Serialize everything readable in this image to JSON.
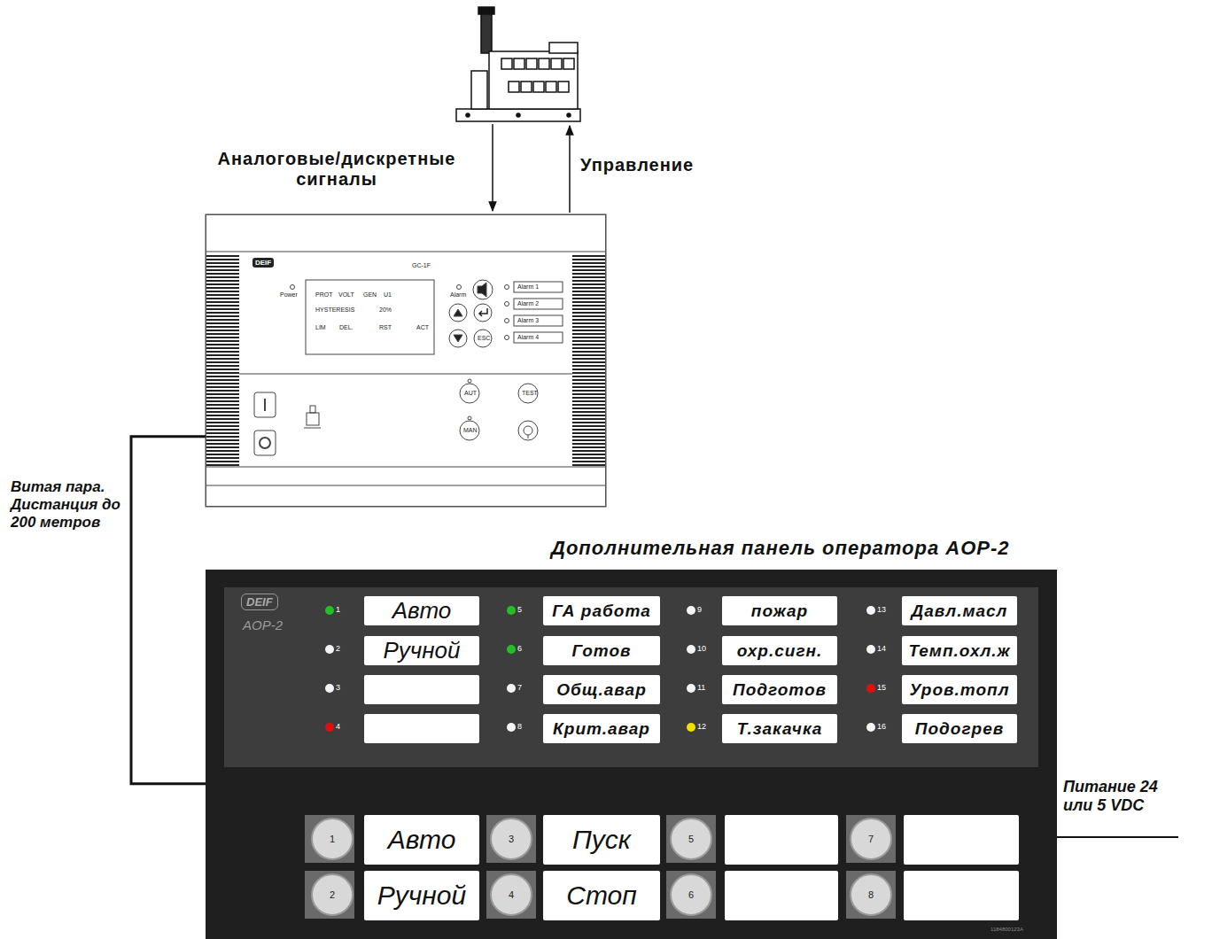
{
  "diagram": {
    "nodes": [
      {
        "text": [
          "DEIF",
          "GC-1F"
        ]
      },
      {
        "text": [
          "Дополнительная панель оператора AOP-2",
          "DEIF",
          "AOP-2"
        ]
      },
      {
        "text": [
          "Авто"
        ],
        "in": 1
      },
      {
        "text": [
          "ГА работа"
        ],
        "in": 1
      },
      {
        "text": [
          "пожар"
        ],
        "in": 1
      },
      {
        "text": [
          "Давл.масл"
        ],
        "in": 1
      },
      {
        "text": [
          "Ручной"
        ],
        "in": 1
      },
      {
        "text": [
          "Готов"
        ],
        "in": 1
      },
      {
        "text": [
          "охр.сигн."
        ],
        "in": 1
      },
      {
        "text": [
          "Темп.охл.ж"
        ],
        "in": 1
      },
      {
        "text": [
          "Общ.авар"
        ],
        "in": 1
      },
      {
        "text": [
          "Подготов"
        ],
        "in": 1
      },
      {
        "text": [
          "Уров.топл"
        ],
        "in": 1
      },
      {
        "text": [
          "Крит.авар"
        ],
        "in": 1
      },
      {
        "text": [
          "Т.закачка"
        ],
        "in": 1
      },
      {
        "text": [
          "Подогрев"
        ],
        "in": 1
      },
      {
        "text": [
          "1"
        ],
        "in": 1
      },
      {
        "text": [
          "Авто"
        ],
        "in": 1
      },
      {
        "text": [
          "3"
        ],
        "in": 1
      },
      {
        "text": [
          "Пуск"
        ],
        "in": 1
      },
      {
        "text": [
          "5"
        ],
        "in": 1
      },
      {
        "text": [
          "7"
        ],
        "in": 1
      },
      {
        "text": [
          "2"
        ],
        "in": 1
      },
      {
        "text": [
          "Ручной"
        ],
        "in": 1
      },
      {
        "text": [
          "4"
        ],
        "in": 1
      },
      {
        "text": [
          "Стоп"
        ],
        "in": 1
      },
      {
        "text": [
          "6"
        ],
        "in": 1
      },
      {
        "text": [
          "8"
        ],
        "in": 1
      }
    ],
    "edges": [
      {
        "from": 0,
        "to": 1,
        "arrow": "none",
        "label": "Витая пара. Дистанция до 200 метров"
      }
    ],
    "labels": [
      "Аналоговые/дискретные сигналы",
      "Управление",
      "Power",
      "PROT",
      "VOLT",
      "GEN",
      "U1",
      "HYSTERESIS",
      "20%",
      "LIM",
      "DEL.",
      "RST",
      "ACT",
      "Alarm",
      "Alarm 1",
      "Alarm 2",
      "Alarm 3",
      "Alarm 4",
      "ESC",
      "AUT",
      "MAN",
      "TEST",
      "1",
      "2",
      "3",
      "4",
      "5",
      "6",
      "7",
      "8",
      "9",
      "10",
      "11",
      "12",
      "13",
      "14",
      "15",
      "16",
      "Питание 24 или 5 VDC",
      "1184800123A"
    ]
  }
}
